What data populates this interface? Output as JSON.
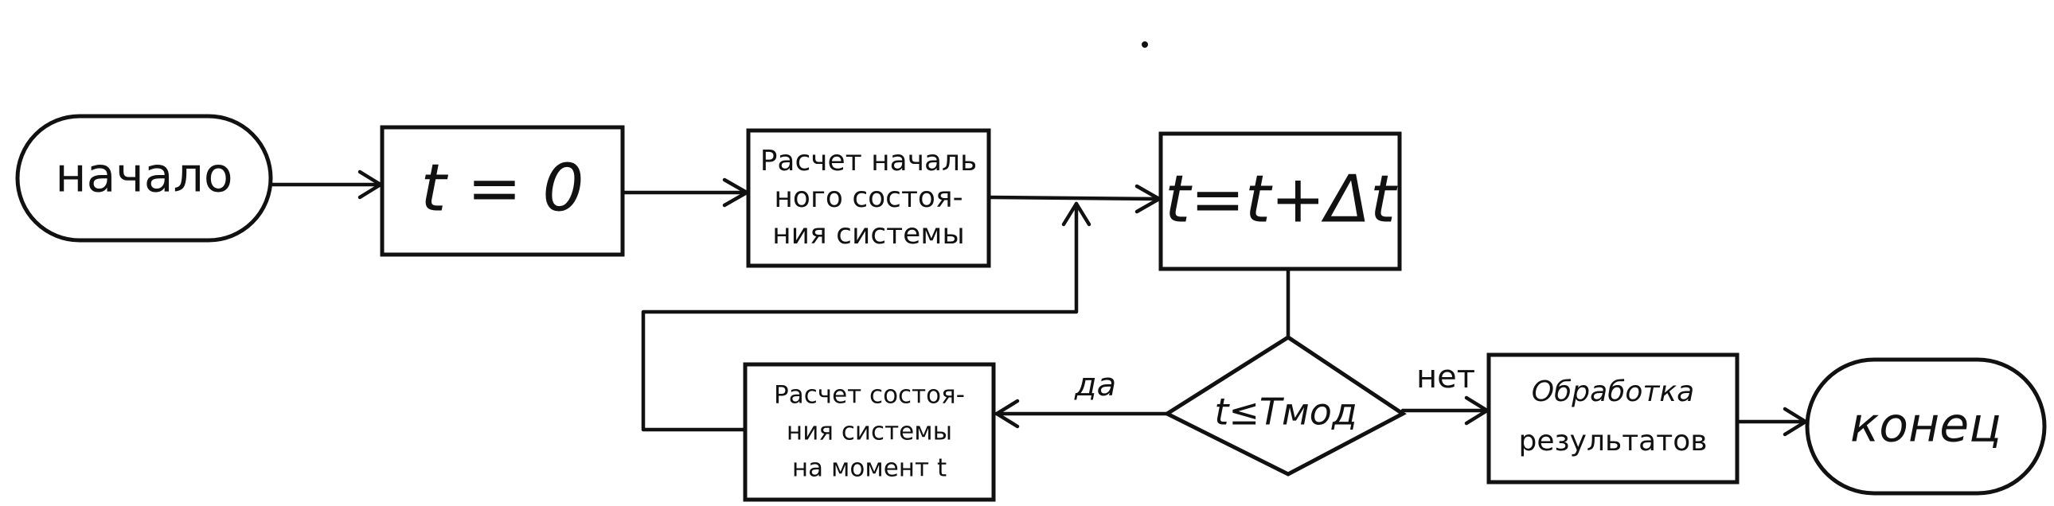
{
  "nodes": {
    "start": "начало",
    "init_t": "t = 0",
    "init_state": [
      "Расчет началь",
      "ного состоя-",
      "ния системы"
    ],
    "increment": "t=t+Δt",
    "condition": "t≤Tмод",
    "state_calc": [
      "Расчет состоя-",
      "ния системы",
      "на момент t"
    ],
    "process": [
      "Обработка",
      "результатов"
    ],
    "end": "конец"
  },
  "edges": {
    "yes": "да",
    "no": "нет"
  }
}
